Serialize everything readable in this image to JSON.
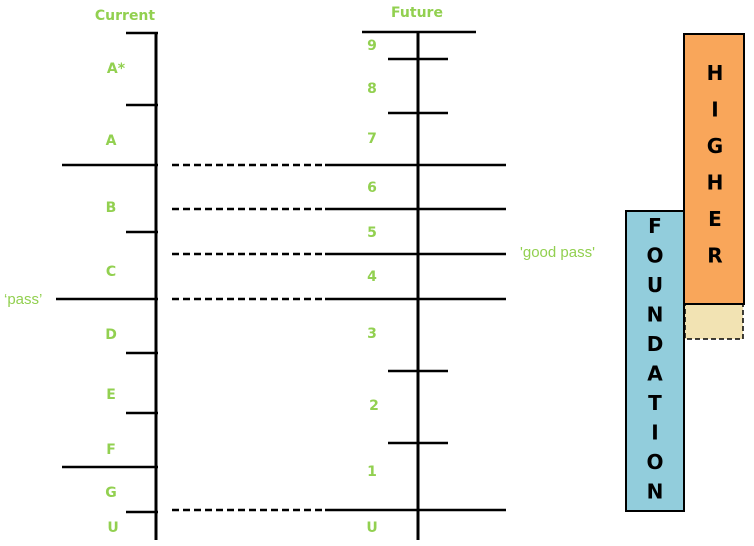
{
  "headers": {
    "current": "Current",
    "future": "Future"
  },
  "current_grades": [
    "A*",
    "A",
    "B",
    "C",
    "D",
    "E",
    "F",
    "G",
    "U"
  ],
  "future_grades": [
    "9",
    "8",
    "7",
    "6",
    "5",
    "4",
    "3",
    "2",
    "1",
    "U"
  ],
  "annotations": {
    "pass": "‘pass’",
    "good_pass": "'good pass'"
  },
  "tiers": {
    "higher": {
      "letters": [
        "H",
        "I",
        "G",
        "H",
        "E",
        "R"
      ],
      "color": "#f9a65a"
    },
    "foundation": {
      "letters": [
        "F",
        "O",
        "U",
        "N",
        "D",
        "A",
        "T",
        "I",
        "O",
        "N"
      ],
      "color": "#92cddc"
    },
    "overlap_color": "#f2e3b3"
  },
  "colors": {
    "label": "#92d050",
    "line": "#000000"
  }
}
